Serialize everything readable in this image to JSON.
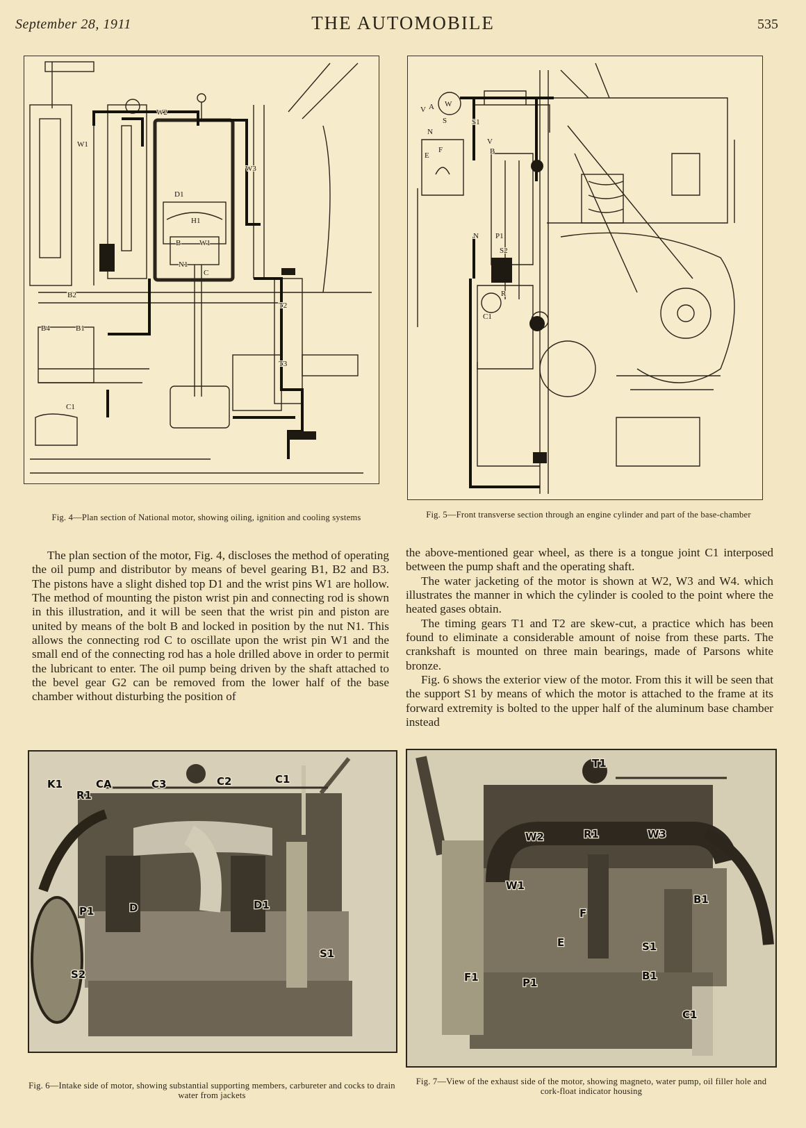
{
  "running_head": {
    "date": "September 28, 1911",
    "title": "THE AUTOMOBILE",
    "page_number": "535"
  },
  "figures": {
    "fig4": {
      "caption": "Fig. 4—Plan section of National motor, showing oiling, ignition and cooling systems",
      "labels": [
        "W2",
        "W1",
        "W3",
        "D1",
        "H1",
        "B",
        "W1",
        "N1",
        "C",
        "B2",
        "B4",
        "B1",
        "T2",
        "T3",
        "C1"
      ]
    },
    "fig5": {
      "caption": "Fig. 5—Front transverse section through an engine cylinder and part of the base-chamber",
      "labels": [
        "W",
        "V",
        "A",
        "N",
        "S",
        "E",
        "F",
        "S1",
        "V",
        "B",
        "N",
        "P1",
        "S2",
        "R",
        "C1"
      ]
    },
    "fig6": {
      "caption": "Fig. 6—Intake side of motor, showing substantial supporting members, carbureter and cocks to drain water from jackets",
      "labels": [
        "K1",
        "CA",
        "R1",
        "C3",
        "C2",
        "C1",
        "P1",
        "D",
        "D1",
        "S1",
        "S2"
      ]
    },
    "fig7": {
      "caption": "Fig. 7—View of the exhaust side of the motor, showing magneto, water pump, oil filler hole and cork-float indicator housing",
      "labels": [
        "T1",
        "W2",
        "R1",
        "W3",
        "W1",
        "B1",
        "F",
        "E",
        "S1",
        "F1",
        "P1",
        "B1",
        "C1"
      ]
    }
  },
  "article": {
    "left_column": [
      "The plan section of the motor, Fig. 4, discloses the method of operating the oil pump and distributor by means of bevel gearing B1, B2 and B3. The pistons have a slight dished top D1 and the wrist pins W1 are hollow. The method of mounting the piston wrist pin and connecting rod is shown in this illustration, and it will be seen that the wrist pin and piston are united by means of the bolt B and locked in position by the nut N1. This allows the connecting rod C to oscillate upon the wrist pin W1 and the small end of the connecting rod has a hole drilled above in order to permit the lubricant to enter. The oil pump being driven by the shaft attached to the bevel gear G2 can be removed from the lower half of the base chamber without disturbing the position of"
    ],
    "right_column": [
      "the above-mentioned gear wheel, as there is a tongue joint C1 interposed between the pump shaft and the operating shaft.",
      "The water jacketing of the motor is shown at W2, W3 and W4. which illustrates the manner in which the cylinder is cooled to the point where the heated gases obtain.",
      "The timing gears T1 and T2 are skew-cut, a practice which has been found to eliminate a considerable amount of noise from these parts. The crankshaft is mounted on three main bearings, made of Parsons white bronze.",
      "Fig. 6 shows the exterior view of the motor. From this it will be seen that the support S1 by means of which the motor is attached to the frame at its forward extremity is bolted to the upper half of the aluminum base chamber instead"
    ]
  }
}
